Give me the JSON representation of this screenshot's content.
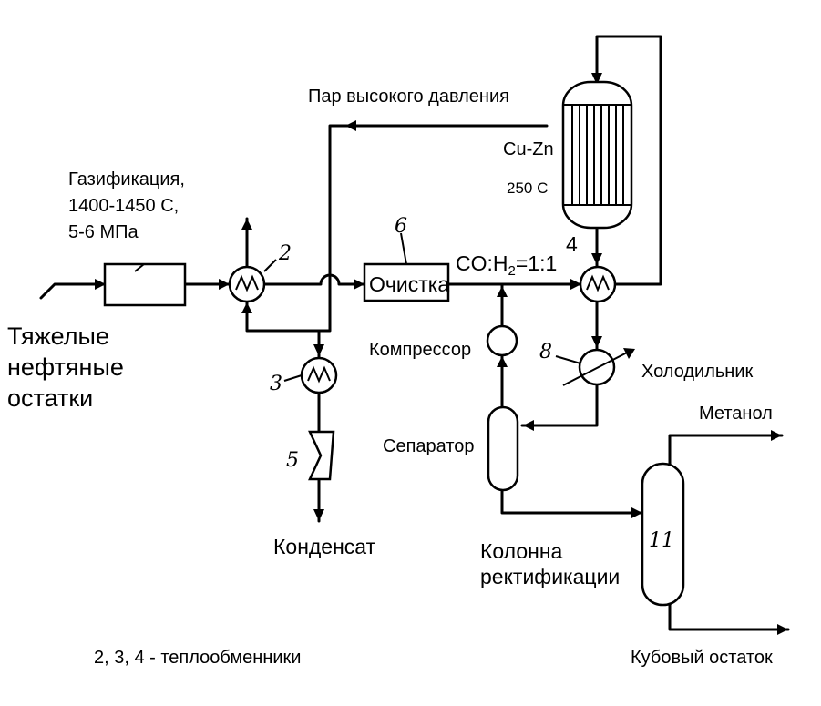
{
  "labels": {
    "feed": [
      "Тяжелые",
      "нефтяные",
      "остатки"
    ],
    "gasification": [
      "Газификация,",
      "1400-1450 С,",
      "5-6 МПа"
    ],
    "steam": "Пар высокого давления",
    "catalyst": "Cu-Zn",
    "temperature": "250 С",
    "cleaning": "Очистка",
    "ratio_prefix": "CO:H",
    "ratio_sub": "2",
    "ratio_suffix": "=1:1",
    "compressor": "Компрессор",
    "cooler": "Холодильник",
    "separator": "Сепаратор",
    "column": [
      "Колонна",
      "ректификации"
    ],
    "methanol": "Метанол",
    "bottoms": "Кубовый остаток",
    "condensate": "Конденсат",
    "legend": "2, 3, 4 - теплообменники"
  },
  "numbers": {
    "n2": "2",
    "n3": "3",
    "n4": "4",
    "n5": "5",
    "n6": "6",
    "n8": "8",
    "n11": "11"
  }
}
